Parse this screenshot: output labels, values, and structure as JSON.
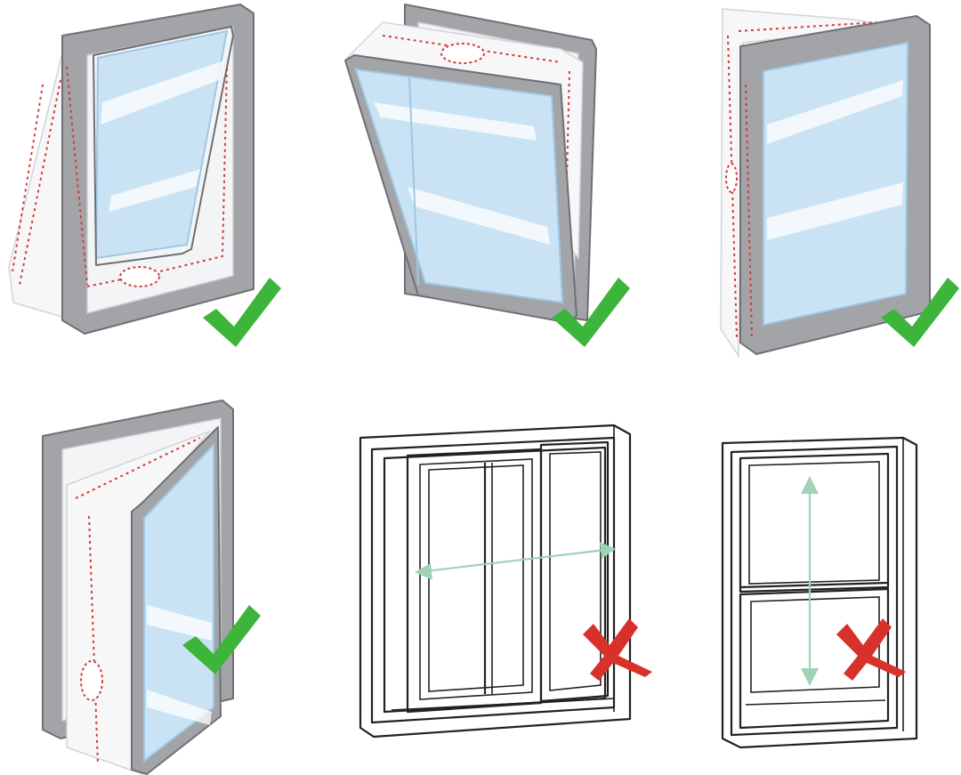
{
  "diagram": {
    "panels": [
      {
        "id": "top-hinged-window",
        "status": "ok"
      },
      {
        "id": "tilt-window",
        "status": "ok"
      },
      {
        "id": "casement-window",
        "status": "ok"
      },
      {
        "id": "side-opening-window",
        "status": "ok"
      },
      {
        "id": "sliding-window",
        "status": "not-ok"
      },
      {
        "id": "sash-window",
        "status": "not-ok"
      }
    ]
  },
  "colors": {
    "check": "#3cb53a",
    "cross": "#d8312b",
    "frame": "#a3a4a8",
    "glass": "#c9e3f4",
    "seal_dash": "#d23b3b",
    "arrow": "#9fd3b6"
  },
  "icons": {
    "ok": "check-mark-icon",
    "not_ok": "cross-mark-icon"
  }
}
